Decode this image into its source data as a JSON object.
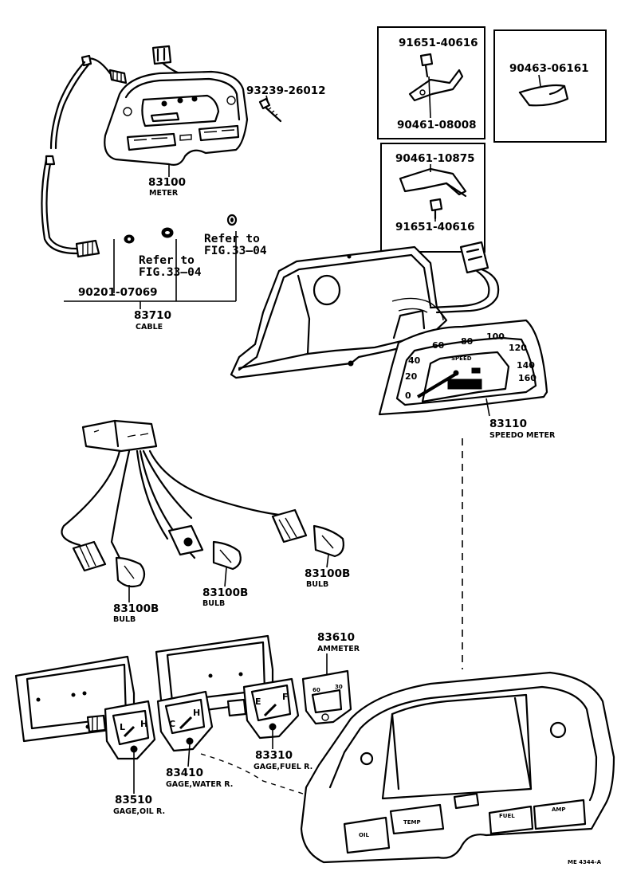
{
  "diagram_id": "ME 4344-A",
  "parts": {
    "meter": {
      "number": "83100",
      "name": "METER"
    },
    "screw": {
      "number": "93239-26012"
    },
    "cable": {
      "number": "83710",
      "name": "CABLE"
    },
    "cable_clip": {
      "number": "90201-07069"
    },
    "refer_left": {
      "line1": "Refer to",
      "line2": "FIG.33–04"
    },
    "refer_right": {
      "line1": "Refer to",
      "line2": "FIG.33–04"
    },
    "box1_top": {
      "number": "91651-40616"
    },
    "box1_bottom": {
      "number": "90461-08008"
    },
    "box2": {
      "number": "90463-06161"
    },
    "box3_top": {
      "number": "90461-10875"
    },
    "box3_bottom": {
      "number": "91651-40616"
    },
    "speedo": {
      "number": "83110",
      "name": "SPEEDO METER"
    },
    "bulb_left": {
      "number": "83100B",
      "name": "BULB"
    },
    "bulb_mid": {
      "number": "83100B",
      "name": "BULB"
    },
    "bulb_right": {
      "number": "83100B",
      "name": "BULB"
    },
    "ammeter": {
      "number": "83610",
      "name": "AMMETER"
    },
    "fuel_gage": {
      "number": "83310",
      "name": "GAGE,FUEL R."
    },
    "water_gage": {
      "number": "83410",
      "name": "GAGE,WATER R."
    },
    "oil_gage": {
      "number": "83510",
      "name": "GAGE,OIL R."
    }
  },
  "speedo_dial": {
    "ticks": [
      "0",
      "20",
      "40",
      "60",
      "80",
      "100",
      "120",
      "140",
      "160"
    ],
    "face_label": "SPEED"
  },
  "gage_marks": {
    "oil_low": "L",
    "oil_high": "H",
    "water_cold": "C",
    "water_hot": "H",
    "fuel_empty": "E",
    "fuel_full": "F",
    "amm_minus": "60",
    "amm_plus": "30"
  },
  "cluster_labels": {
    "oil": "OIL",
    "temp": "TEMP",
    "fuel": "FUEL",
    "amp": "AMP"
  }
}
